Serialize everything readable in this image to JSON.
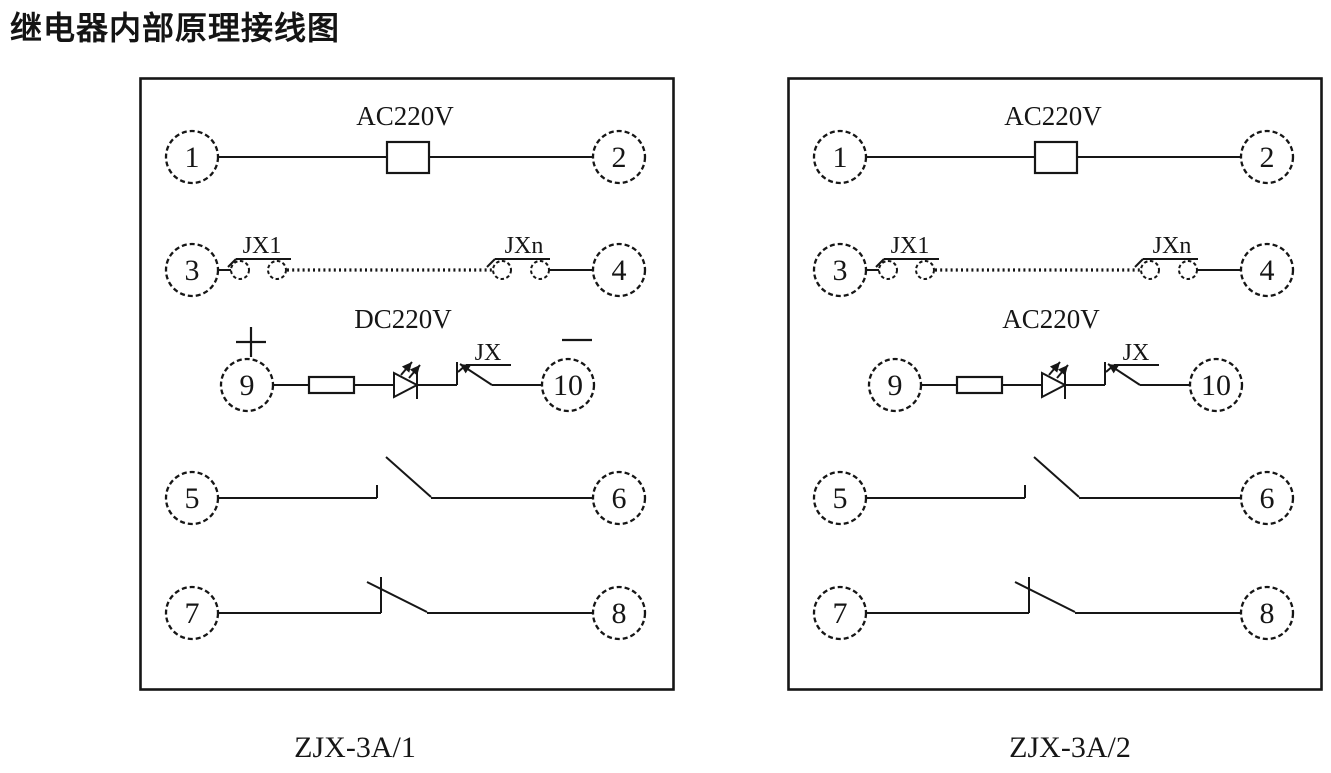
{
  "page": {
    "title": "继电器内部原理接线图"
  },
  "colors": {
    "ink": "#161616",
    "paper": "#ffffff"
  },
  "symbols": {
    "terminal": "numbered-terminal-circle",
    "coil": "coil-box",
    "resistor": "resistor-box",
    "led": "led-indicator",
    "contact": "relay-contact",
    "series_dots": "series-contacts-dotted-line"
  },
  "diagrams": [
    {
      "caption": "ZJX-3A/1",
      "power_row": {
        "left_terminal": "1",
        "right_terminal": "2",
        "voltage_label": "AC220V"
      },
      "contact_bank_row": {
        "left_terminal": "3",
        "right_terminal": "4",
        "first_contact_label": "JX1",
        "last_contact_label": "JXn"
      },
      "indicator_row": {
        "left_terminal": "9",
        "right_terminal": "10",
        "voltage_label": "DC220V",
        "left_sign": "+",
        "right_sign": "-",
        "contact_label": "JX"
      },
      "open_contact_row": {
        "left_terminal": "5",
        "right_terminal": "6"
      },
      "closed_contact_row": {
        "left_terminal": "7",
        "right_terminal": "8"
      }
    },
    {
      "caption": "ZJX-3A/2",
      "power_row": {
        "left_terminal": "1",
        "right_terminal": "2",
        "voltage_label": "AC220V"
      },
      "contact_bank_row": {
        "left_terminal": "3",
        "right_terminal": "4",
        "first_contact_label": "JX1",
        "last_contact_label": "JXn"
      },
      "indicator_row": {
        "left_terminal": "9",
        "right_terminal": "10",
        "voltage_label": "AC220V",
        "left_sign": "",
        "right_sign": "",
        "contact_label": "JX"
      },
      "open_contact_row": {
        "left_terminal": "5",
        "right_terminal": "6"
      },
      "closed_contact_row": {
        "left_terminal": "7",
        "right_terminal": "8"
      }
    }
  ]
}
